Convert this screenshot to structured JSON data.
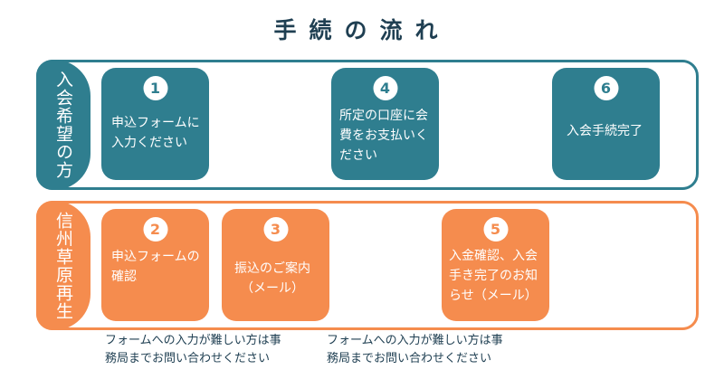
{
  "title": "手続の流れ",
  "lanes": [
    {
      "label": "入会希望の方"
    },
    {
      "label": "信州草原再生"
    }
  ],
  "steps": [
    {
      "number": "1",
      "text": "申込フォームに\n入力ください"
    },
    {
      "number": "2",
      "text": "申込フォームの\n確認"
    },
    {
      "number": "3",
      "text": "振込のご案内\n（メール）"
    },
    {
      "number": "4",
      "text": "所定の口座に会\n費をお支払いく\nださい"
    },
    {
      "number": "5",
      "text": "入金確認、入会\n手き完了のお知\nらせ（メール）"
    },
    {
      "number": "6",
      "text": "入会手続完了"
    }
  ],
  "notes": [
    "フォームへの入力が難しい方は事\n務局までお問い合わせください",
    "フォームへの入力が難しい方は事\n務局までお問い合わせください"
  ],
  "colors": {
    "teal": "#2f7e8f",
    "orange": "#f58c4e",
    "title": "#1f3f52"
  }
}
